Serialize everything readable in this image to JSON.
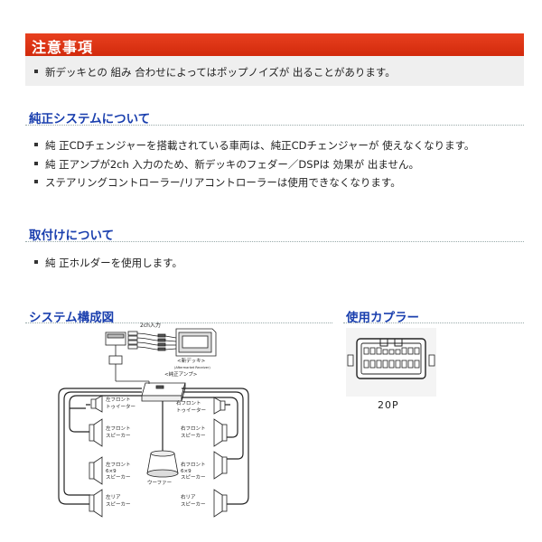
{
  "caution": {
    "title": "注意事項",
    "items": [
      "新デッキとの 組み 合わせによってはポップノイズが 出ることがあります。"
    ]
  },
  "genuine_system": {
    "title": "純正システムについて",
    "items": [
      "純 正CDチェンジャーを搭載されている車両は、純正CDチェンジャーが 使えなくなります。",
      "純 正アンプが2ch 入力のため、新デッキのフェダー／DSPは 効果が 出ません。",
      "ステアリングコントローラー/リアコントローラーは使用できなくなります。"
    ]
  },
  "installation": {
    "title": "取付けについて",
    "items": [
      "純 正ホルダーを使用します。"
    ]
  },
  "system_diagram": {
    "title": "システム構成図",
    "labels": {
      "input": "2ch入力",
      "new_deck": "<新デッキ>",
      "new_deck_sub": "(Aftermarket Receiver)",
      "amp": "<純正アンプ>",
      "lf_tweeter_1": "左フロント",
      "lf_tweeter_2": "トゥイーター",
      "rf_tweeter_1": "右フロント",
      "rf_tweeter_2": "トゥイーター",
      "lf_speaker_1": "左フロント",
      "lf_speaker_2": "スピーカー",
      "rf_speaker_1": "右フロント",
      "rf_speaker_2": "スピーカー",
      "l_6x9_1": "左フロント",
      "l_6x9_2": "6×9",
      "l_6x9_3": "スピーカー",
      "r_6x9_1": "右フロント",
      "r_6x9_2": "6×9",
      "r_6x9_3": "スピーカー",
      "woofer": "ウーファー",
      "lr_speaker_1": "左リア",
      "lr_speaker_2": "スピーカー",
      "rr_speaker_1": "右リア",
      "rr_speaker_2": "スピーカー"
    }
  },
  "coupler": {
    "title": "使用カプラー",
    "label": "20P"
  }
}
